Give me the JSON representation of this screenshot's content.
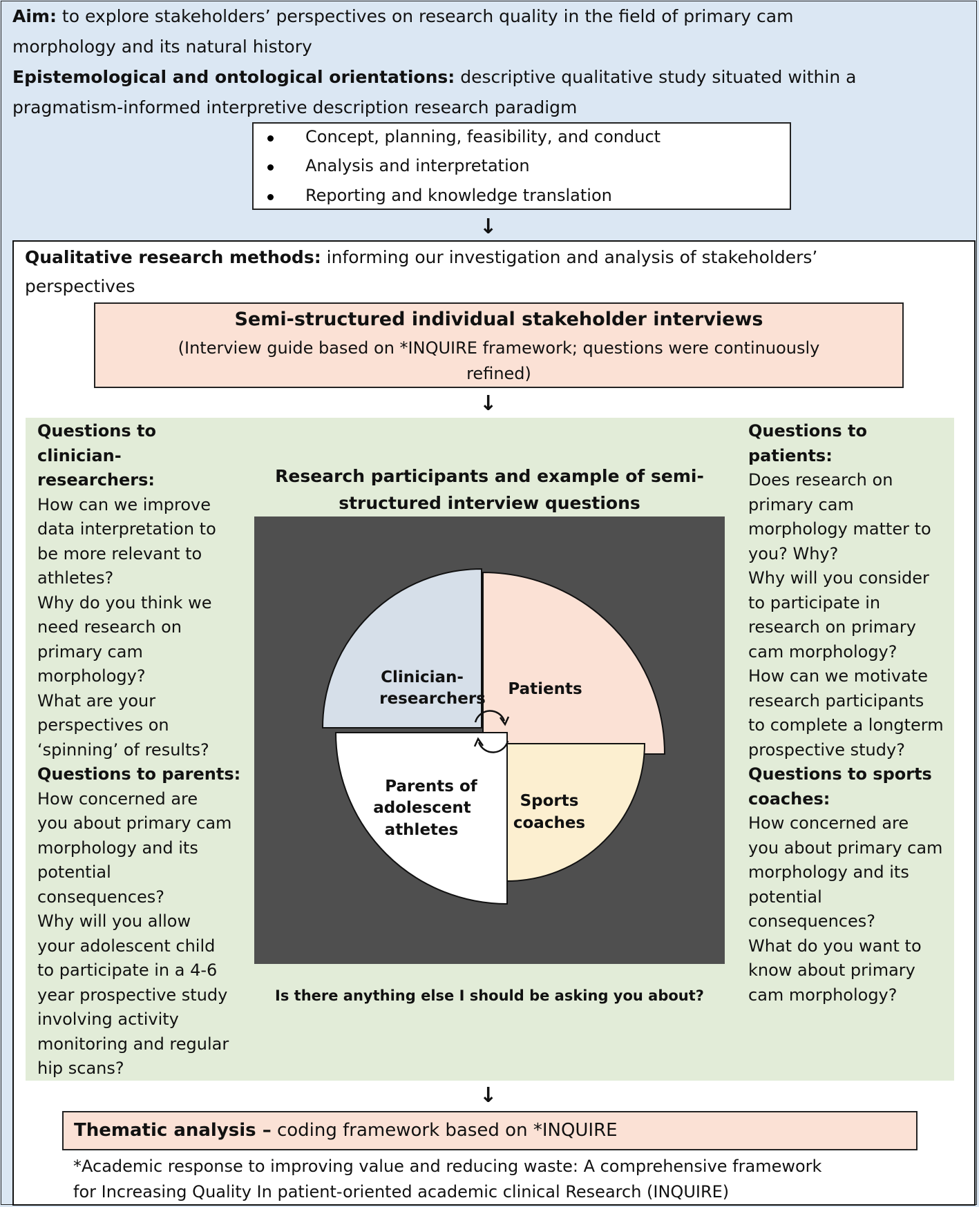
{
  "aim": {
    "label": "Aim:",
    "text_line1": " to explore stakeholders’ perspectives on research quality in the field of primary cam",
    "text_line2": "morphology and its natural history"
  },
  "epistemology": {
    "label": "Epistemological and ontological orientations:",
    "text_line1": " descriptive qualitative study situated within a",
    "text_line2": "pragmatism-informed interpretive description research paradigm"
  },
  "research_aspects": [
    "Concept, planning, feasibility, and conduct",
    "Analysis and interpretation",
    "Reporting and knowledge translation"
  ],
  "arrow_symbol": "↓",
  "methods": {
    "label": "Qualitative research methods:",
    "text_line1": " informing our investigation and analysis of stakeholders’",
    "text_line2": "perspectives"
  },
  "interviews": {
    "title": "Semi-structured individual stakeholder interviews",
    "subtitle_line1": "(Interview guide based on *INQUIRE framework; questions were continuously",
    "subtitle_line2": "refined)"
  },
  "clinician_questions": {
    "heading_line1": "Questions to clinician-",
    "heading_line2": "researchers:",
    "lines": [
      "How can we improve",
      "data interpretation to",
      "be more relevant to",
      "athletes?",
      "Why do you think we",
      "need research on",
      "primary cam",
      "morphology?",
      "What are your",
      "perspectives on",
      "‘spinning’ of results?"
    ]
  },
  "parent_questions": {
    "heading": "Questions to parents:",
    "lines": [
      "How concerned are",
      "you about primary cam",
      "morphology and its",
      "potential",
      "consequences?",
      "Why will you allow",
      "your adolescent child",
      "to participate in a 4-6",
      "year prospective study",
      "involving activity",
      "monitoring and regular",
      "hip scans?"
    ]
  },
  "patient_questions": {
    "heading": "Questions to patients:",
    "lines": [
      "Does research on",
      "primary cam",
      "morphology matter to",
      "you? Why?",
      "Why will you consider",
      "to participate in",
      "research on primary",
      "cam morphology?",
      "How can we motivate",
      "research participants",
      "to complete a longterm",
      "prospective study?"
    ]
  },
  "coach_questions": {
    "heading_line1": "Questions to sports",
    "heading_line2": "coaches:",
    "lines": [
      "How concerned are",
      "you about primary cam",
      "morphology and its",
      "potential",
      "consequences?",
      "What do you want to",
      "know about primary",
      "cam morphology?"
    ]
  },
  "participants": {
    "title_line1": "Research participants and example of semi-",
    "title_line2": "structured interview questions",
    "clinicians_line1": "Clinician-",
    "clinicians_line2": "researchers",
    "patients": "Patients",
    "parents_line1": "Parents of",
    "parents_line2": "adolescent",
    "parents_line3": "athletes",
    "coaches_line1": "Sports",
    "coaches_line2": "coaches",
    "closing_question": "Is there anything else I should be asking you about?"
  },
  "colors": {
    "background_blue": "#dbe7f3",
    "salmon": "#fbe1d5",
    "green": "#e2ecd8",
    "dark_panel": "#4f4f4f",
    "clinicians_slice": "#d6dfe9",
    "patients_slice": "#fbe1d5",
    "coaches_slice": "#fcefd0",
    "parents_slice": "#ffffff"
  },
  "thematic": {
    "label": "Thematic analysis –",
    "text": " coding framework based on *INQUIRE"
  },
  "footnote": {
    "line1": "*Academic response to improving value and reducing waste: A comprehensive framework",
    "line2": "for Increasing Quality In patient-oriented academic clinical Research (INQUIRE)"
  }
}
